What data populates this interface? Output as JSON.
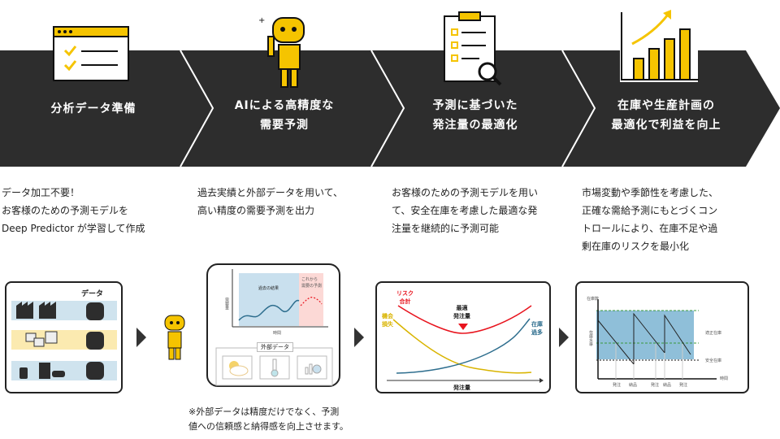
{
  "steps": [
    {
      "title": "分析データ準備",
      "desc": [
        "データ加工不要！",
        "お客様のための予測モデルを",
        "Deep Predictor が学習して作成"
      ]
    },
    {
      "title_lines": [
        "AIによる高精度な",
        "需要予測"
      ],
      "desc": [
        "過去実績と外部データを用いて、",
        "高い精度の需要予測を出力"
      ]
    },
    {
      "title_lines": [
        "予測に基づいた",
        "発注量の最適化"
      ],
      "desc": [
        "お客様のための予測モデルを用い",
        "て、安全在庫を考慮した最適な発",
        "注量を継続的に予測可能"
      ]
    },
    {
      "title_lines": [
        "在庫や生産計画の",
        "最適化で利益を向上"
      ],
      "desc": [
        "市場変動や季節性を考慮した、",
        "正確な需給予測にもとづくコン",
        "トロールにより、在庫不足や過",
        "剰在庫のリスクを最小化"
      ]
    }
  ],
  "panel1": {
    "label": "データ"
  },
  "panel2": {
    "past": "過去の結果",
    "future1": "これから",
    "future2": "需要の予測",
    "ylabel": "需要量",
    "xlabel": "時間",
    "external": "外部データ",
    "note": [
      "※外部データは精度だけでなく、予測",
      "値への信頼感と納得感を向上させます。"
    ]
  },
  "panel3": {
    "risk": [
      "リスク",
      "合計"
    ],
    "loss": [
      "機会",
      "損失"
    ],
    "optimal": [
      "最適",
      "発注量"
    ],
    "excess": [
      "在庫",
      "過多"
    ],
    "xlabel": "発注量"
  },
  "panel4": {
    "ylabel": "在庫数",
    "yaxis": "在庫水準",
    "proper": "適正在庫",
    "safety": "安全在庫",
    "xlabel": "時間",
    "ticks": [
      "発注",
      "納品",
      "発注",
      "納品",
      "発注"
    ]
  },
  "colors": {
    "band": "#2d2d2d",
    "accent": "#f5c400",
    "red": "#e8141e",
    "blue": "#2e6e8e"
  }
}
